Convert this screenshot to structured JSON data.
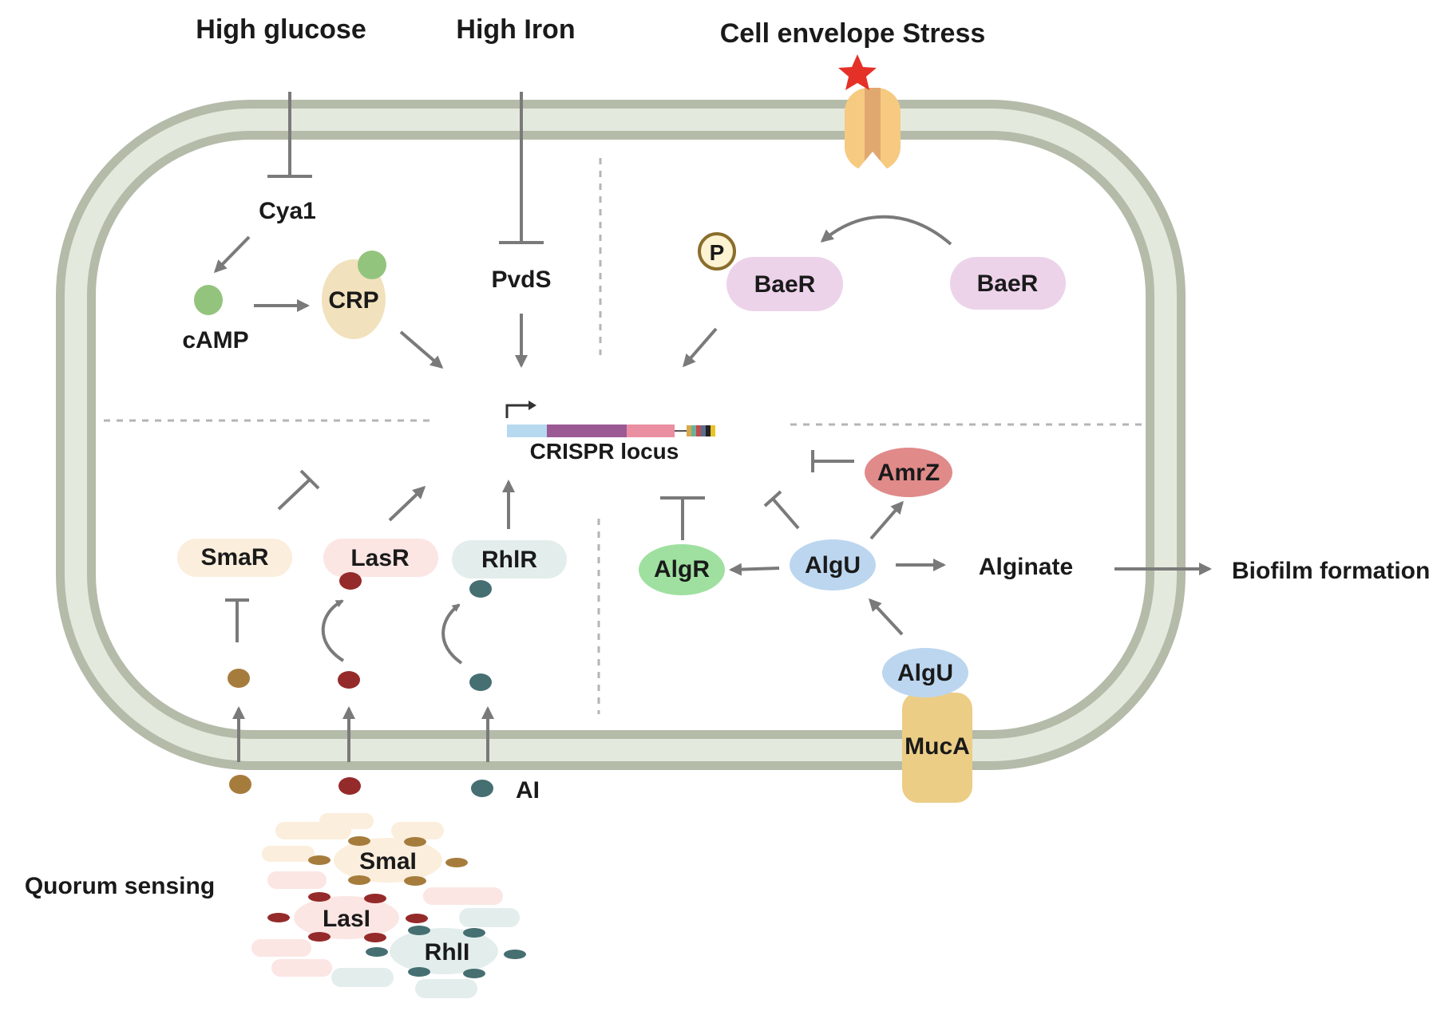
{
  "signals": {
    "high_glucose": "High glucose",
    "high_iron": "High Iron",
    "cell_envelope_stress": "Cell envelope Stress"
  },
  "nodes": {
    "cya1": "Cya1",
    "camp": "cAMP",
    "crp": "CRP",
    "pvds": "PvdS",
    "phospho": "P",
    "baer_active": "BaeR",
    "baer_inactive": "BaeR",
    "crispr_locus": "CRISPR locus",
    "amrz": "AmrZ",
    "algr": "AlgR",
    "algu": "AlgU",
    "algu_bound": "AlgU",
    "muca": "MucA",
    "alginate": "Alginate",
    "biofilm": "Biofilm formation",
    "smar": "SmaR",
    "lasr": "LasR",
    "rhlr": "RhlR",
    "ai": "AI",
    "smai": "SmaI",
    "lasi": "LasI",
    "rhli": "RhlI",
    "quorum_sensing": "Quorum sensing"
  },
  "colors": {
    "membrane_outer": "#b4bba9",
    "membrane_inner": "#e4e9dd",
    "arrow": "#7a7a7a",
    "camp": "#93c47d",
    "crp": "#f1e2bd",
    "baer": "#ecd3ea",
    "phospho_fill": "#fbf3d2",
    "phospho_ring": "#8a6d2c",
    "amrz": "#e08a8a",
    "algr": "#9fe0a0",
    "algu": "#bcd6ef",
    "muca": "#eccd86",
    "smar": "#fbeedc",
    "lasr": "#fbe6e4",
    "rhlr": "#e3eeec",
    "smai_ai": "#a67c3d",
    "lasi_ai": "#952a2a",
    "rhli_ai": "#466f72",
    "stress_star": "#e53028",
    "channel": "#f6ca80",
    "crispr_leader": "#b7d9ef",
    "crispr_cas": "#9c5a95",
    "crispr_array": "#ea8ea2"
  }
}
